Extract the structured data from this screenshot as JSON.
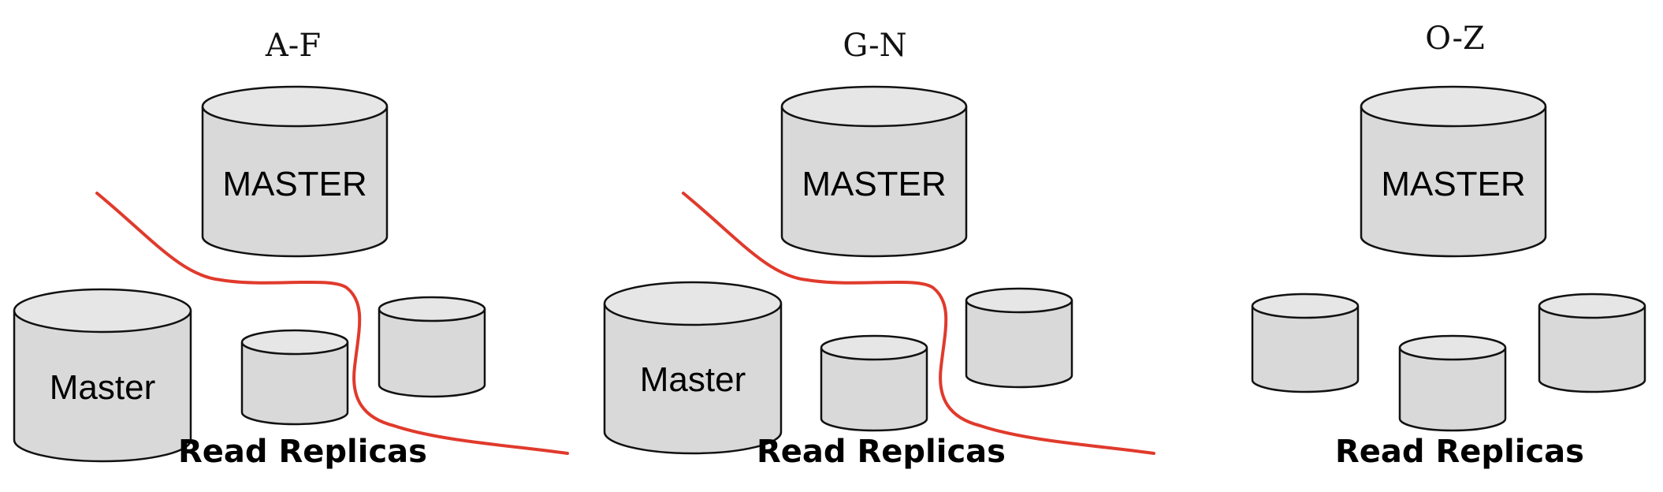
{
  "shards": [
    {
      "label": "A-F",
      "master_label": "MASTER",
      "promoted_master_label": "Master",
      "replicas_label": "Read Replicas",
      "has_split_line": true
    },
    {
      "label": "G-N",
      "master_label": "MASTER",
      "promoted_master_label": "Master",
      "replicas_label": "Read Replicas",
      "has_split_line": true
    },
    {
      "label": "O-Z",
      "master_label": "MASTER",
      "replicas_label": "Read Replicas",
      "has_split_line": false
    }
  ],
  "colors": {
    "cylinder_fill": "#d9d9d9",
    "cylinder_top": "#e6e6e6",
    "outline": "#111111",
    "split_line": "#e03a2c"
  }
}
